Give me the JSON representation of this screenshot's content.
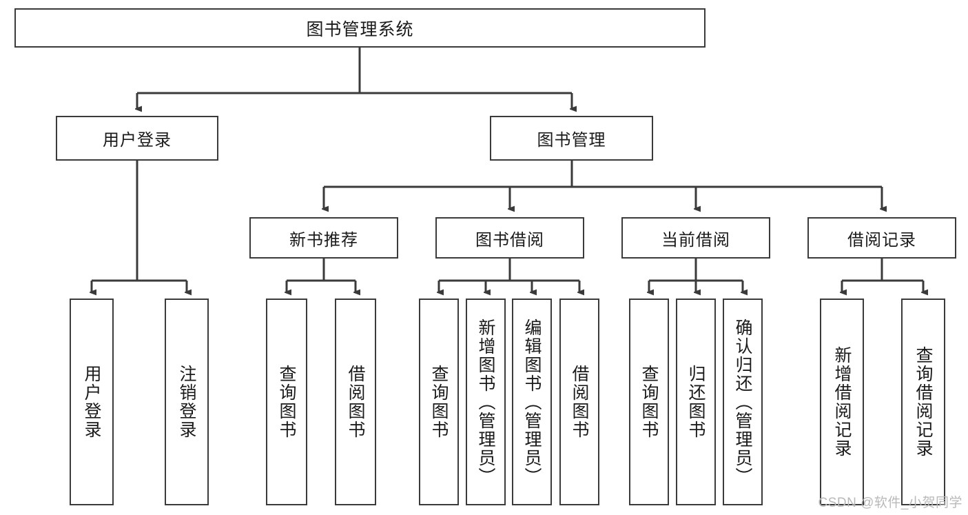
{
  "diagram": {
    "type": "tree-hierarchy",
    "title": "图书管理系统",
    "root": {
      "label": "图书管理系统",
      "id": "root"
    },
    "level2": [
      {
        "id": "user-login",
        "label": "用户登录"
      },
      {
        "id": "book-manage",
        "label": "图书管理"
      }
    ],
    "level3": [
      {
        "id": "new-book-recommend",
        "label": "新书推荐",
        "parent": "book-manage"
      },
      {
        "id": "book-borrow",
        "label": "图书借阅",
        "parent": "book-manage"
      },
      {
        "id": "current-borrow",
        "label": "当前借阅",
        "parent": "book-manage"
      },
      {
        "id": "borrow-record",
        "label": "借阅记录",
        "parent": "book-manage"
      }
    ],
    "leaves": [
      {
        "id": "leaf-user-login",
        "label": "用户登录",
        "parent": "user-login"
      },
      {
        "id": "leaf-logout",
        "label": "注销登录",
        "parent": "user-login"
      },
      {
        "id": "leaf-query-book-1",
        "label": "查询图书",
        "parent": "new-book-recommend"
      },
      {
        "id": "leaf-borrow-book-1",
        "label": "借阅图书",
        "parent": "new-book-recommend"
      },
      {
        "id": "leaf-query-book-2",
        "label": "查询图书",
        "parent": "book-borrow"
      },
      {
        "id": "leaf-add-book",
        "label": "新增图书（管理员）",
        "parent": "book-borrow"
      },
      {
        "id": "leaf-edit-book",
        "label": "编辑图书（管理员）",
        "parent": "book-borrow"
      },
      {
        "id": "leaf-borrow-book-2",
        "label": "借阅图书",
        "parent": "book-borrow"
      },
      {
        "id": "leaf-query-book-3",
        "label": "查询图书",
        "parent": "current-borrow"
      },
      {
        "id": "leaf-return-book",
        "label": "归还图书",
        "parent": "current-borrow"
      },
      {
        "id": "leaf-confirm-return",
        "label": "确认归还（管理员）",
        "parent": "current-borrow"
      },
      {
        "id": "leaf-add-record",
        "label": "新增借阅记录",
        "parent": "borrow-record"
      },
      {
        "id": "leaf-query-record",
        "label": "查询借阅记录",
        "parent": "borrow-record"
      }
    ],
    "watermark": "CSDN @软件_小贺同学",
    "colors": {
      "stroke": "#3a3a3a",
      "text": "#1a1a1a",
      "background": "#ffffff",
      "watermark": "#b9b9b9"
    }
  }
}
